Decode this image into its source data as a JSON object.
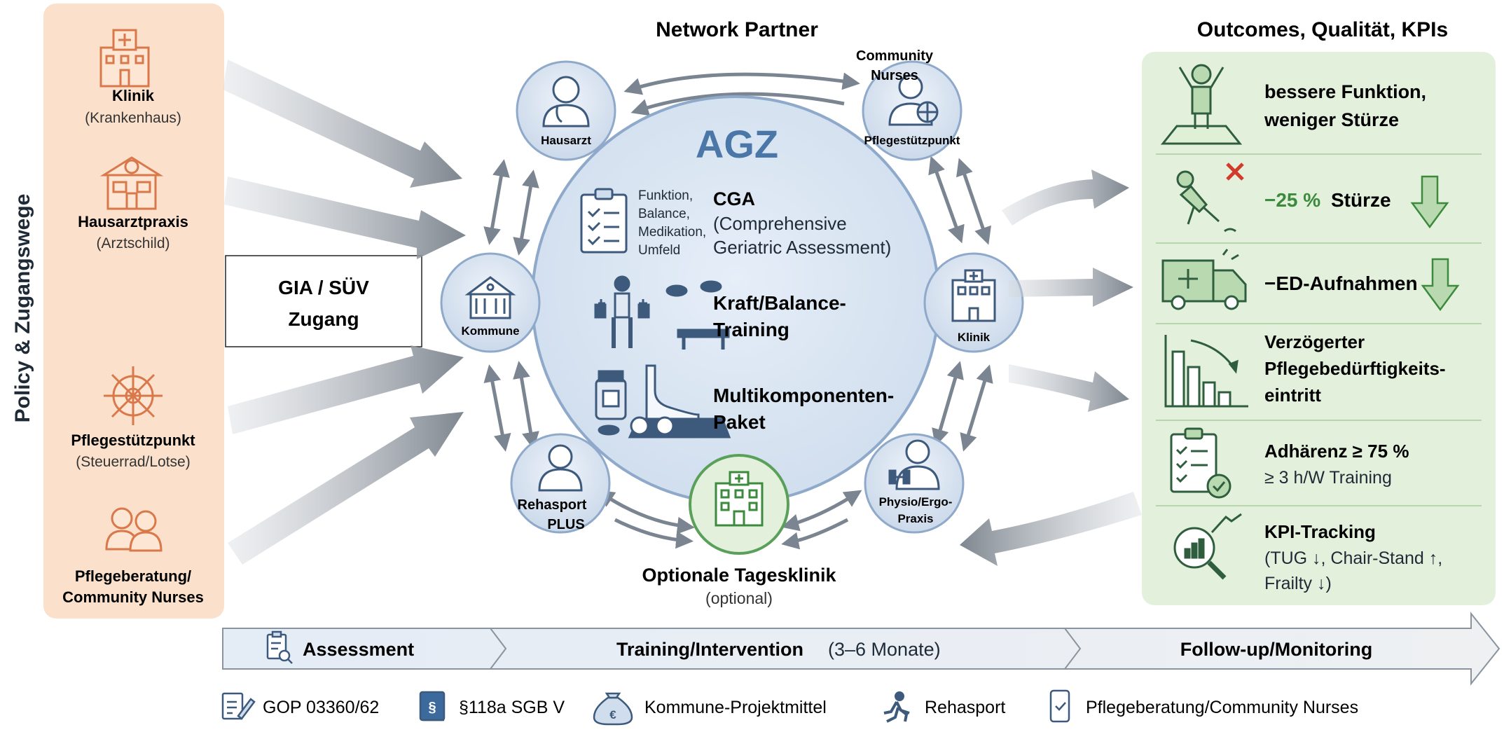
{
  "side_label": "Policy & Zugangswege",
  "access_points": [
    {
      "title": "Klinik",
      "subtitle": "(Krankenhaus)",
      "icon": "hospital-icon"
    },
    {
      "title": "Hausarztpraxis",
      "subtitle": "(Arztschild)",
      "icon": "practice-icon"
    },
    {
      "title": "Pflegestützpunkt",
      "subtitle": "(Steuerrad/Lotse)",
      "icon": "ship-wheel-icon"
    },
    {
      "title": "Pflegeberatung/",
      "subtitle": "Community Nurses",
      "icon": "nurses-icon"
    }
  ],
  "gia_box": {
    "line1": "GIA / SÜV",
    "line2": "Zugang"
  },
  "network_title": "Network Partner",
  "center": {
    "title": "AGZ",
    "cga": {
      "criteria": [
        "Funktion,",
        "Balance,",
        "Medikation,",
        "Umfeld"
      ],
      "title": "CGA",
      "subtitle_line1": "(Comprehensive",
      "subtitle_line2": "Geriatric Assessment)"
    },
    "training": {
      "line1": "Kraft/Balance-",
      "line2": "Training"
    },
    "package": {
      "line1": "Multikomponenten-",
      "line2": "Paket"
    }
  },
  "partners": {
    "hausarzt": "Hausarzt",
    "community_nurses_line1": "Community",
    "community_nurses_line2": "Nurses",
    "pflegestuetzpunkt": "Pflegestützpunkt",
    "kommune": "Kommune",
    "klinik": "Klinik",
    "rehasport_line1": "Rehasport",
    "rehasport_line2": "PLUS",
    "physio_line1": "Physio/Ergo-",
    "physio_line2": "Praxis",
    "tagesklinik_title": "Optionale Tagesklinik",
    "tagesklinik_sub": "(optional)"
  },
  "outcomes_title": "Outcomes, Qualität, KPIs",
  "outcomes": [
    {
      "line1": "bessere Funktion,",
      "line2": "weniger Stürze"
    },
    {
      "value": "−25 %",
      "label": "Stürze"
    },
    {
      "label": "−ED-Aufnahmen"
    },
    {
      "line1": "Verzögerter",
      "line2": "Pflegebedürftigkeits-",
      "line3": "eintritt"
    },
    {
      "line1": "Adhärenz ≥ 75 %",
      "line2": "≥ 3 h/W Training"
    },
    {
      "line1": "KPI-Tracking",
      "line2": "(TUG ↓, Chair-Stand ↑,",
      "line3": "Frailty ↓)"
    }
  ],
  "timeline": {
    "assessment": "Assessment",
    "training": "Training/Intervention",
    "training_duration": "(3–6 Monate)",
    "followup": "Follow-up/Monitoring"
  },
  "funding": [
    {
      "label": "GOP 03360/62",
      "icon": "document-pen-icon"
    },
    {
      "label": "§118a SGB V",
      "icon": "law-book-icon"
    },
    {
      "label": "Kommune-Projektmittel",
      "icon": "money-bag-icon"
    },
    {
      "label": "Rehasport",
      "icon": "runner-icon"
    },
    {
      "label": "Pflegeberatung/Community Nurses",
      "icon": "phone-check-icon"
    }
  ],
  "colors": {
    "access_panel": "#fbe1cc",
    "outcome_panel": "#e3f1dc",
    "circle_fill": "#d9e5f3",
    "circle_stroke": "#8ea9c9",
    "accent_blue": "#3d6a9c",
    "accent_green": "#3c8a3c",
    "accent_orange": "#d9784a",
    "arrow_gray": "#808891"
  }
}
